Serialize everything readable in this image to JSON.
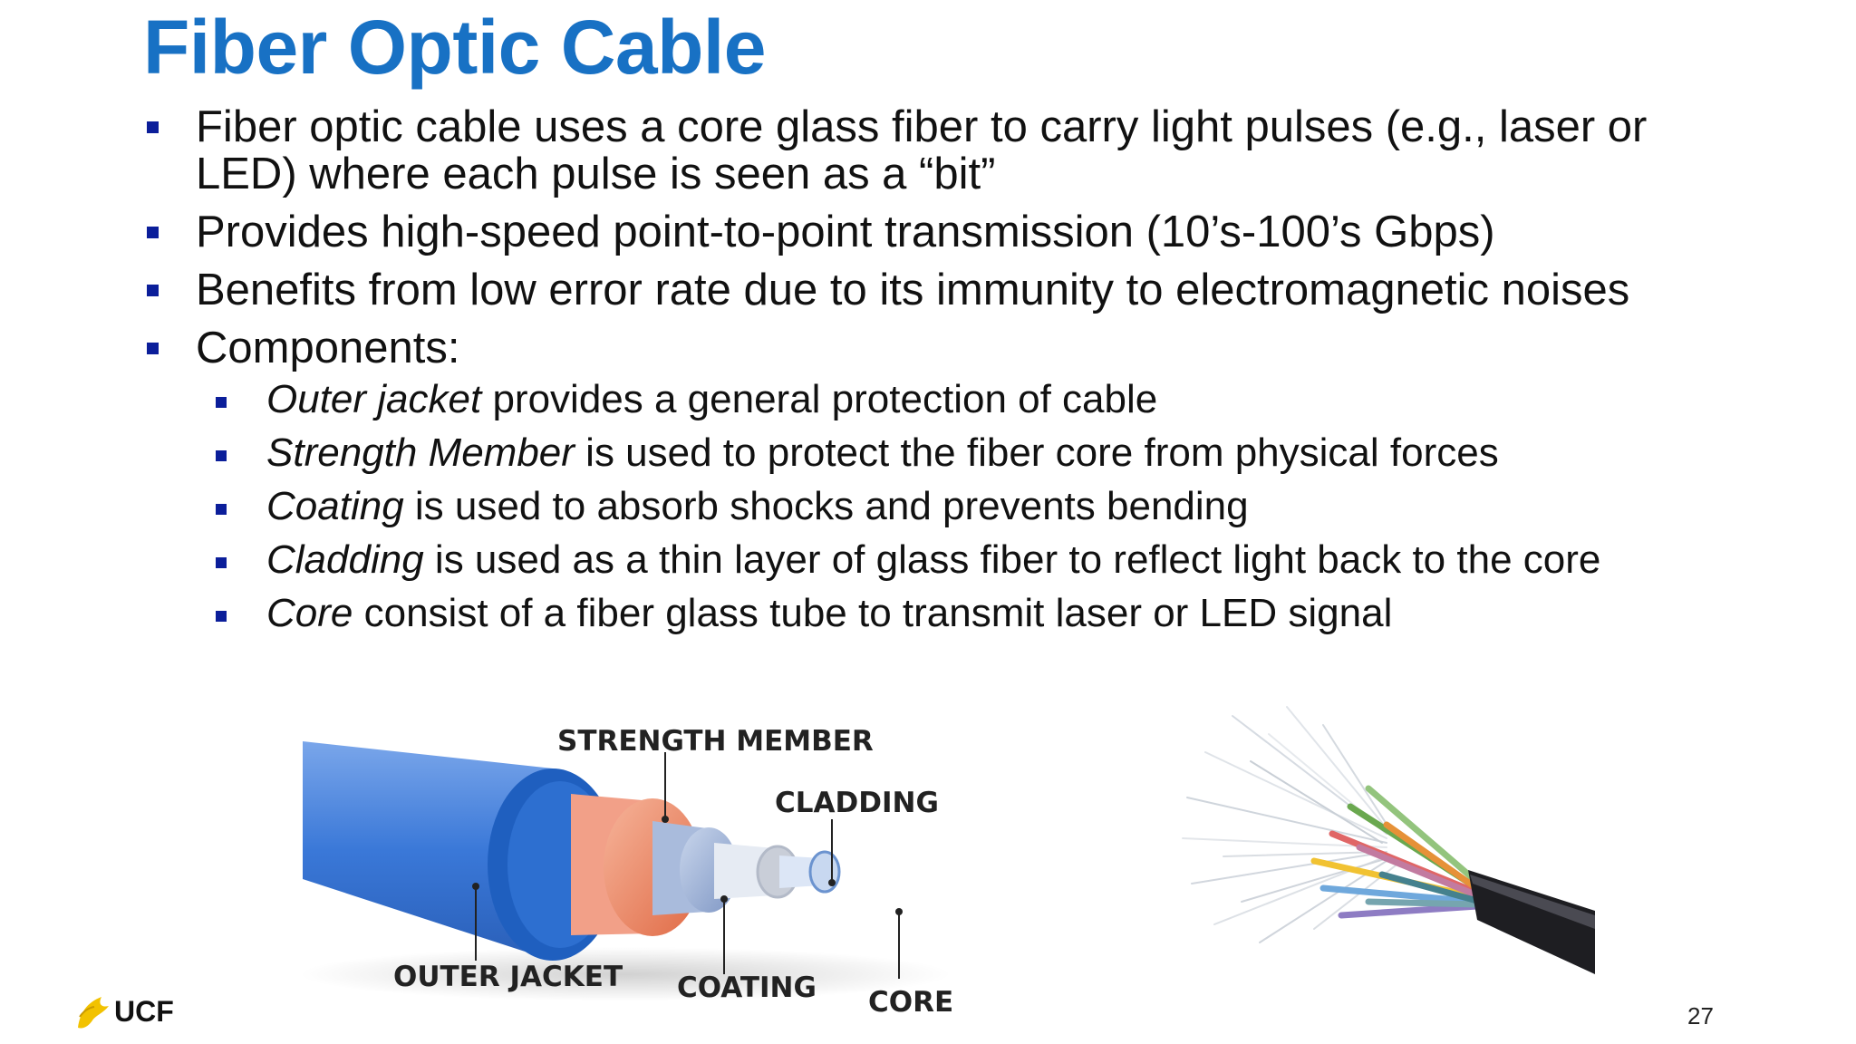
{
  "slide": {
    "title": "Fiber Optic Cable",
    "bullets": [
      {
        "text": "Fiber optic cable uses a core glass fiber to carry light pulses (e.g., laser or LED) where each pulse is seen as a “bit”"
      },
      {
        "text": "Provides high-speed point-to-point transmission (10’s-100’s Gbps)"
      },
      {
        "text": "Benefits from low error rate due to its immunity to electromagnetic noises"
      },
      {
        "text": "Components:"
      }
    ],
    "components": [
      {
        "term": "Outer jacket",
        "rest": " provides a general protection of cable"
      },
      {
        "term": "Strength Member",
        "rest": " is used to protect the fiber core from physical forces"
      },
      {
        "term": "Coating",
        "rest": " is used to absorb shocks and prevents bending"
      },
      {
        "term": "Cladding",
        "rest": " is used as a thin layer of glass fiber to reflect light back to the core"
      },
      {
        "term": "Core",
        "rest": " consist of a fiber glass tube to transmit laser or LED signal"
      }
    ],
    "diagram_labels": {
      "strength_member": "STRENGTH MEMBER",
      "cladding": "CLADDING",
      "outer_jacket": "OUTER JACKET",
      "coating": "COATING",
      "core": "CORE"
    },
    "logo_text": "UCF",
    "page_number": "27",
    "colors": {
      "title": "#1871c4",
      "bullet_marker": "#0b1e9a",
      "jacket": "#3a78d8",
      "strength": "#e8805f",
      "coating": "#9fb4d8",
      "cladding": "#d7dfeb",
      "core": "#c8d8f0"
    }
  }
}
